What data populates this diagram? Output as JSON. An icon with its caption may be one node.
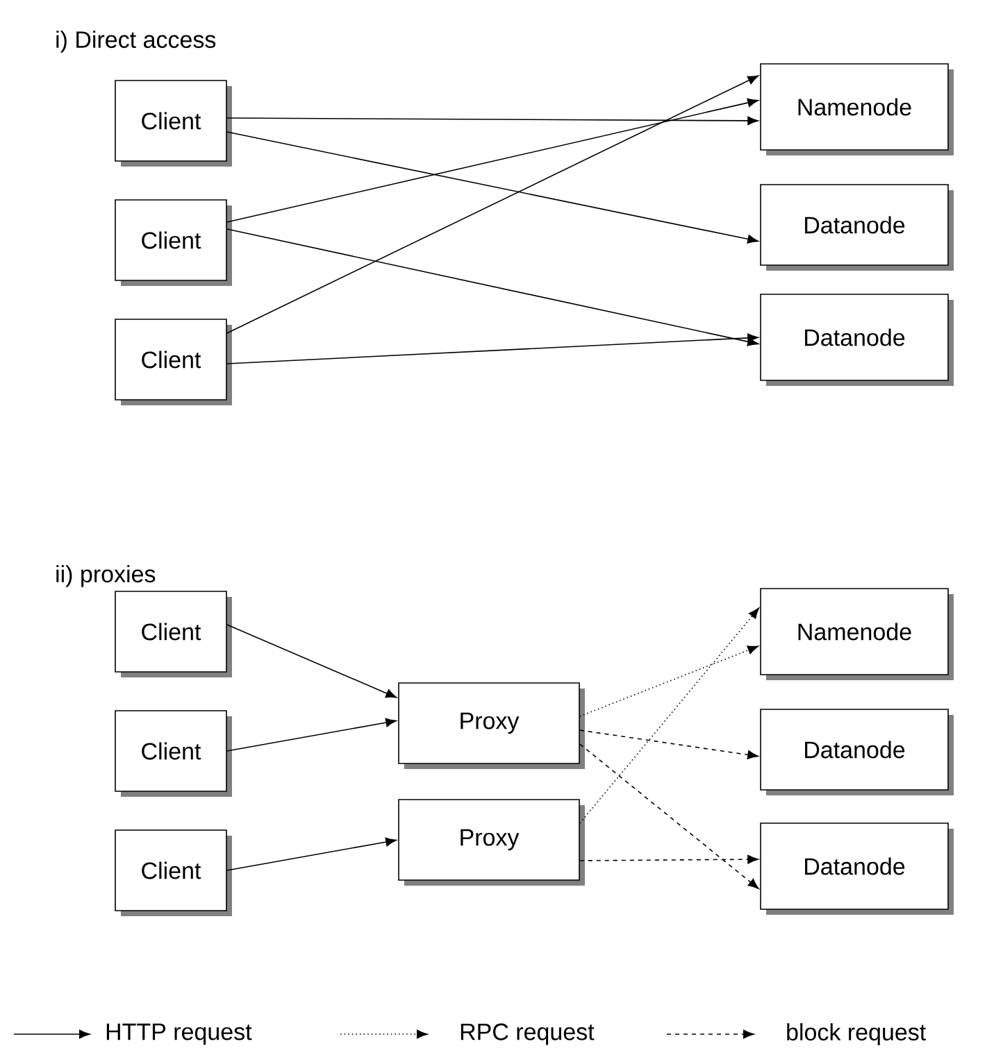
{
  "diagram": {
    "nodes": [
      {
        "text": [
          "Client"
        ]
      },
      {
        "text": [
          "Client"
        ]
      },
      {
        "text": [
          "Client"
        ]
      },
      {
        "text": [
          "Namenode"
        ]
      },
      {
        "text": [
          "Datanode"
        ]
      },
      {
        "text": [
          "Datanode"
        ]
      },
      {
        "text": [
          "Client"
        ]
      },
      {
        "text": [
          "Client"
        ]
      },
      {
        "text": [
          "Client"
        ]
      },
      {
        "text": [
          "Proxy"
        ]
      },
      {
        "text": [
          "Proxy"
        ]
      },
      {
        "text": [
          "Namenode"
        ]
      },
      {
        "text": [
          "Datanode"
        ]
      },
      {
        "text": [
          "Datanode"
        ]
      }
    ],
    "edges": [
      {
        "from": 0,
        "to": 3,
        "arrow": "to"
      },
      {
        "from": 0,
        "to": 4,
        "arrow": "to"
      },
      {
        "from": 1,
        "to": 3,
        "arrow": "to"
      },
      {
        "from": 1,
        "to": 5,
        "arrow": "to"
      },
      {
        "from": 2,
        "to": 3,
        "arrow": "to"
      },
      {
        "from": 2,
        "to": 5,
        "arrow": "to"
      },
      {
        "from": 6,
        "to": 9,
        "arrow": "to"
      },
      {
        "from": 7,
        "to": 9,
        "arrow": "to"
      },
      {
        "from": 8,
        "to": 10,
        "arrow": "to"
      },
      {
        "from": 9,
        "to": 11,
        "arrow": "to",
        "style": "dashed"
      },
      {
        "from": 9,
        "to": 12,
        "arrow": "to",
        "style": "dashed"
      },
      {
        "from": 9,
        "to": 13,
        "arrow": "to",
        "style": "dashed"
      },
      {
        "from": 10,
        "to": 11,
        "arrow": "to",
        "style": "dashed"
      },
      {
        "from": 10,
        "to": 13,
        "arrow": "to",
        "style": "dashed"
      }
    ],
    "labels": [
      "i) Direct access",
      "ii) proxies"
    ],
    "legend": [
      {
        "text": "HTTP request"
      },
      {
        "text": "RPC request"
      },
      {
        "text": "block request"
      }
    ]
  }
}
